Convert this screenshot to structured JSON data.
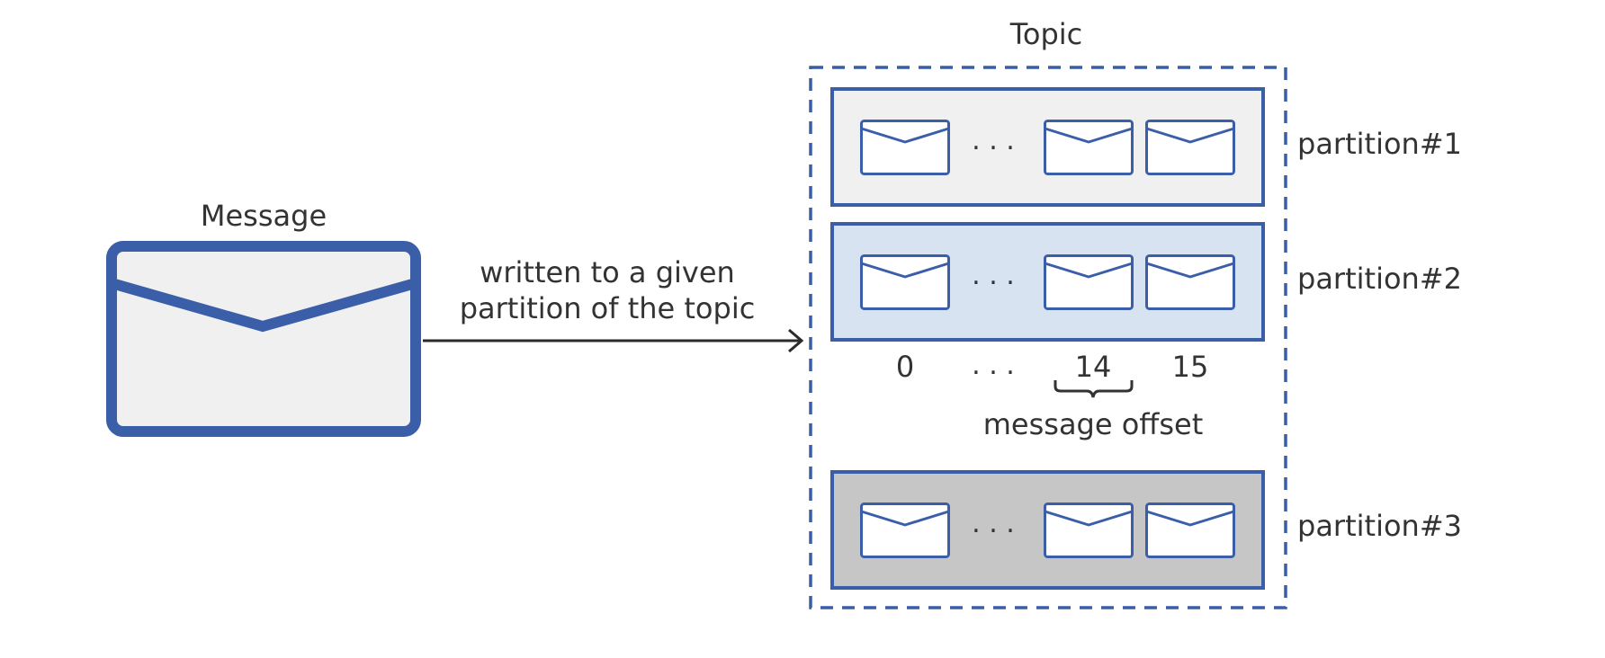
{
  "message": {
    "title": "Message"
  },
  "arrow": {
    "label_line1": "written to a given",
    "label_line2": "partition of the topic"
  },
  "topic": {
    "title": "Topic",
    "partitions": [
      {
        "label": "partition#1",
        "fill": "#f0f0f0"
      },
      {
        "label": "partition#2",
        "fill": "#d7e3f1"
      },
      {
        "label": "partition#3",
        "fill": "#c6c6c6"
      }
    ],
    "ellipsis": ". . .",
    "offsets": [
      "0",
      "14",
      "15"
    ],
    "offset_caption": "message offset"
  },
  "colors": {
    "accent": "#3a5ea8",
    "envelope_fill": "#f0f0f0",
    "text": "#333333",
    "arrow": "#2b2b2b"
  }
}
